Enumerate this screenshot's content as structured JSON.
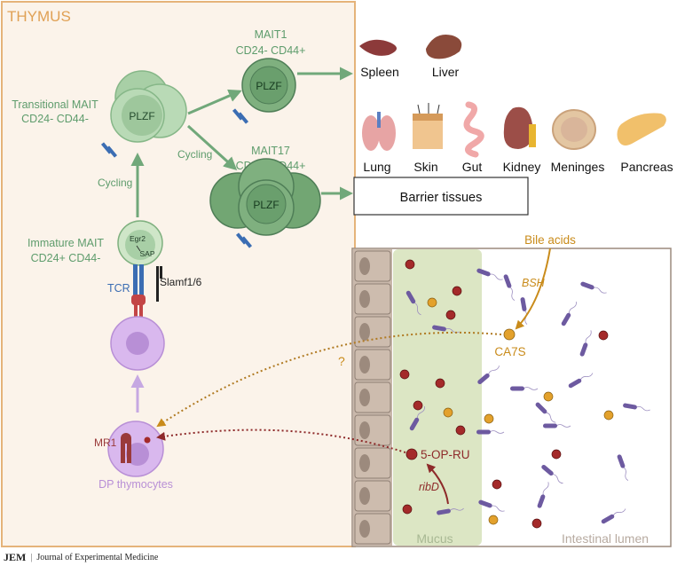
{
  "thymus": {
    "title": "THYMUS",
    "transitional_line1": "Transitional MAIT",
    "transitional_line2": "CD24- CD44-",
    "immature_line1": "Immature MAIT",
    "immature_line2": "CD24+ CD44-",
    "mait1_line1": "MAIT1",
    "mait1_line2": "CD24- CD44+",
    "mait17_line1": "MAIT17",
    "mait17_line2": "CD24- CD44+",
    "plzf": "PLZF",
    "cycling": "Cycling",
    "egr2": "Egr2",
    "sap": "SAP",
    "tcr": "TCR",
    "slamf": "Slamf1/6",
    "mr1": "MR1",
    "dp": "DP thymocytes",
    "question": "?"
  },
  "organs": {
    "spleen": "Spleen",
    "liver": "Liver",
    "lung": "Lung",
    "skin": "Skin",
    "gut": "Gut",
    "kidney": "Kidney",
    "meninges": "Meninges",
    "pancreas": "Pancreas",
    "barrier": "Barrier tissues"
  },
  "intestine": {
    "bile_acids": "Bile acids",
    "bsh": "BSH",
    "ca7s": "CA7S",
    "op_ru": "5-OP-RU",
    "ribd": "ribD",
    "mucus": "Mucus",
    "lumen": "Intestinal lumen"
  },
  "footer": {
    "jem": "JEM",
    "journal": "Journal of Experimental Medicine"
  },
  "colors": {
    "thymus_border": "#e5b37a",
    "thymus_fill": "#fbf3ea",
    "mait_green": "#5e9c6c",
    "arrow_green": "#71a87a",
    "purple": "#b88fd6",
    "dark_red": "#8e2a2a",
    "gold": "#c98b1a",
    "blue": "#3b6db3",
    "mucus": "#dce6c4"
  }
}
